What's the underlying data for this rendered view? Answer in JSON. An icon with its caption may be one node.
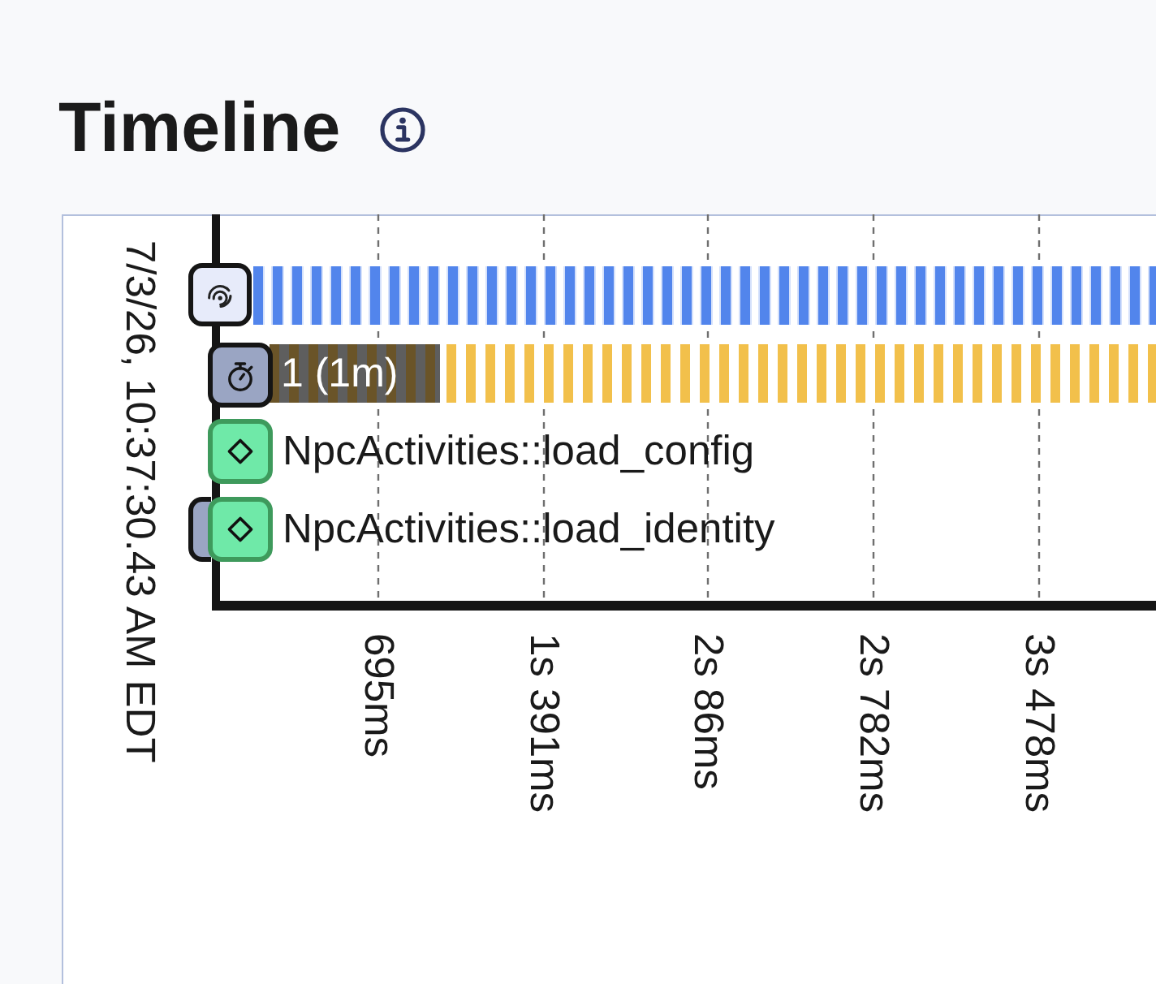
{
  "diagram": {
    "title": "Timeline",
    "nodes": [
      {
        "text": [],
        "shape": "bar"
      },
      {
        "text": [
          "1 (1m)"
        ]
      },
      {
        "text": [
          "NpcActivities::load_config"
        ]
      },
      {
        "text": [
          "NpcActivities::load_identity"
        ]
      }
    ],
    "labels": [
      "7/3/26, 10:37:30.43 AM EDT",
      "695ms",
      "1s 391ms",
      "2s 86ms",
      "2s 782ms",
      "3s 478ms"
    ]
  }
}
